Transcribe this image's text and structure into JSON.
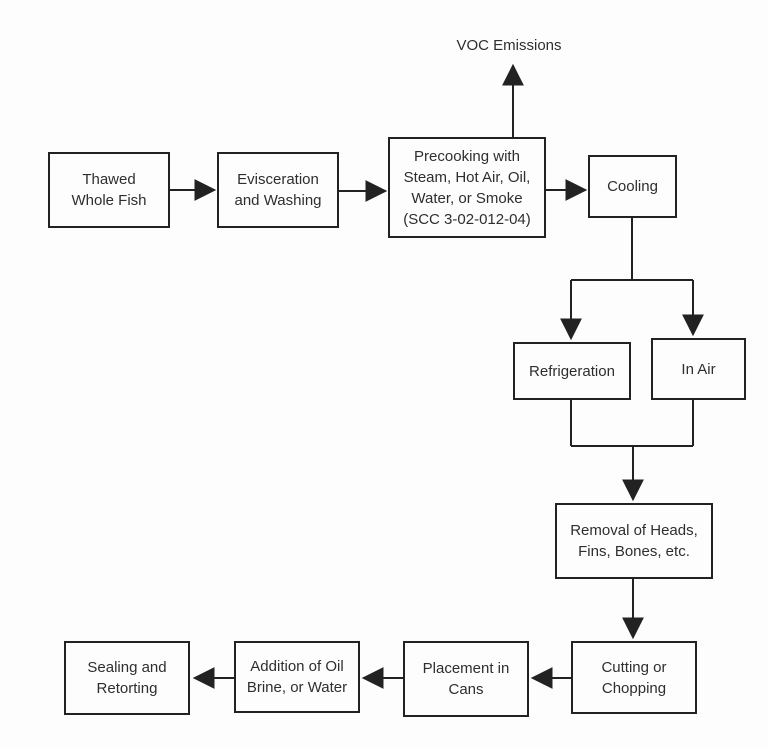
{
  "colors": {
    "line": "#222222",
    "text": "#2e2e2e",
    "background": "#fdfdfd"
  },
  "annotation": {
    "voc_label": "VOC Emissions"
  },
  "nodes": {
    "thawed": {
      "label": "Thawed\nWhole Fish"
    },
    "evisceration": {
      "label": "Evisceration\nand Washing"
    },
    "precooking": {
      "label": "Precooking with\nSteam, Hot Air, Oil,\nWater, or Smoke\n(SCC 3-02-012-04)"
    },
    "cooling": {
      "label": "Cooling"
    },
    "refrigeration": {
      "label": "Refrigeration"
    },
    "in_air": {
      "label": "In Air"
    },
    "removal": {
      "label": "Removal of Heads,\nFins, Bones, etc."
    },
    "cutting": {
      "label": "Cutting or\nChopping"
    },
    "placement": {
      "label": "Placement in\nCans"
    },
    "addition": {
      "label": "Addition of Oil\nBrine, or Water"
    },
    "sealing": {
      "label": "Sealing and\nRetorting"
    }
  },
  "edges": [
    {
      "from": "thawed",
      "to": "evisceration",
      "direction": "right"
    },
    {
      "from": "evisceration",
      "to": "precooking",
      "direction": "right"
    },
    {
      "from": "precooking",
      "to": "voc_emissions",
      "direction": "up"
    },
    {
      "from": "precooking",
      "to": "cooling",
      "direction": "right"
    },
    {
      "from": "cooling",
      "to": "refrigeration",
      "direction": "down"
    },
    {
      "from": "cooling",
      "to": "in_air",
      "direction": "down"
    },
    {
      "from": "refrigeration",
      "to": "removal",
      "direction": "down"
    },
    {
      "from": "in_air",
      "to": "removal",
      "direction": "down"
    },
    {
      "from": "removal",
      "to": "cutting",
      "direction": "down"
    },
    {
      "from": "cutting",
      "to": "placement",
      "direction": "left"
    },
    {
      "from": "placement",
      "to": "addition",
      "direction": "left"
    },
    {
      "from": "addition",
      "to": "sealing",
      "direction": "left"
    }
  ]
}
